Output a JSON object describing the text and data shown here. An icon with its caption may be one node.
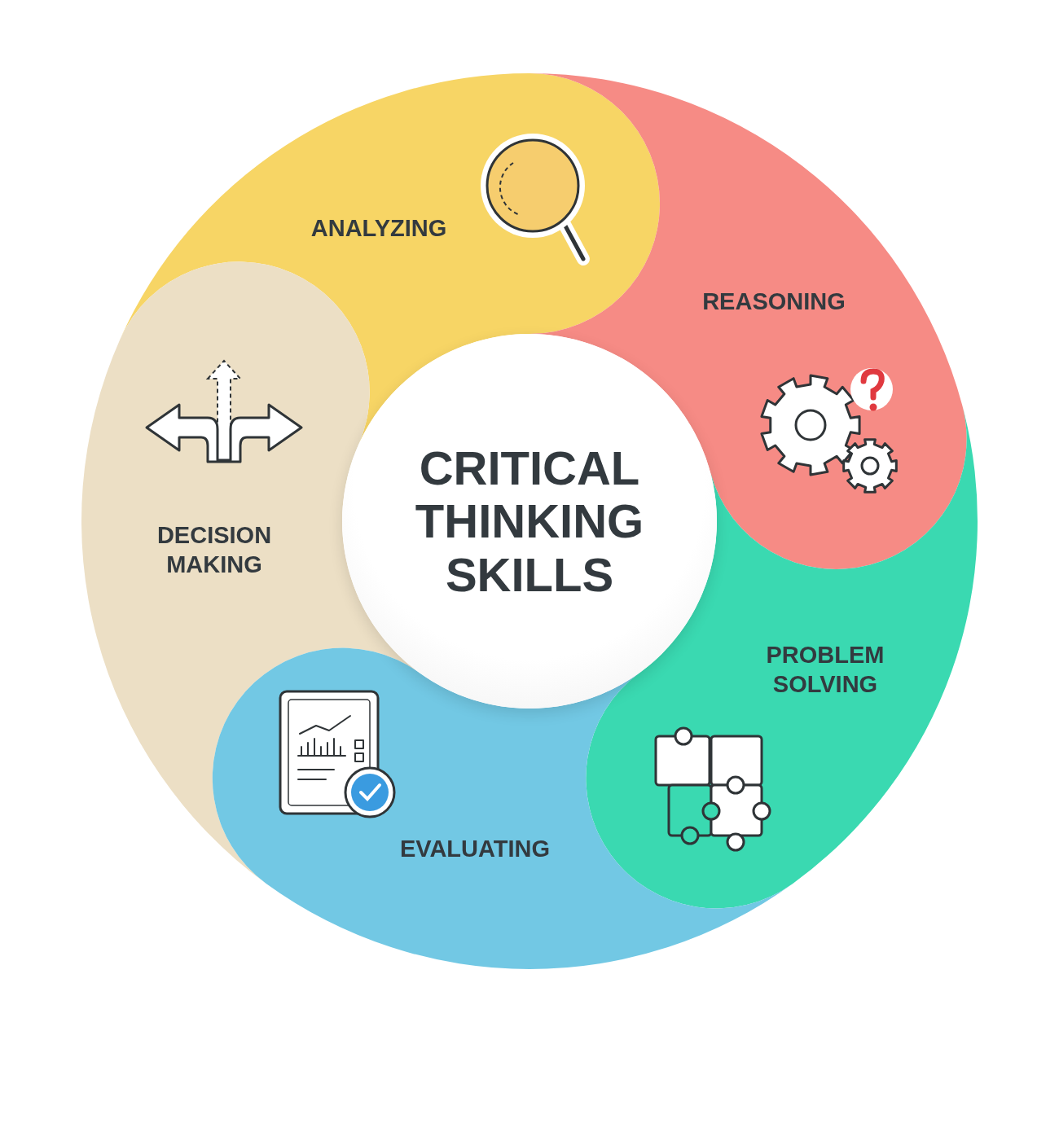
{
  "diagram": {
    "nodes": [
      {
        "text": [
          "ANALYZING"
        ]
      },
      {
        "text": [
          "REASONING"
        ]
      },
      {
        "text": [
          "CRITICAL THINKING SKILLS"
        ]
      },
      {
        "text": [
          "DECISION MAKING"
        ]
      },
      {
        "text": [
          "PROBLEM SOLVING"
        ]
      },
      {
        "text": [
          "EVALUATING"
        ]
      }
    ]
  }
}
